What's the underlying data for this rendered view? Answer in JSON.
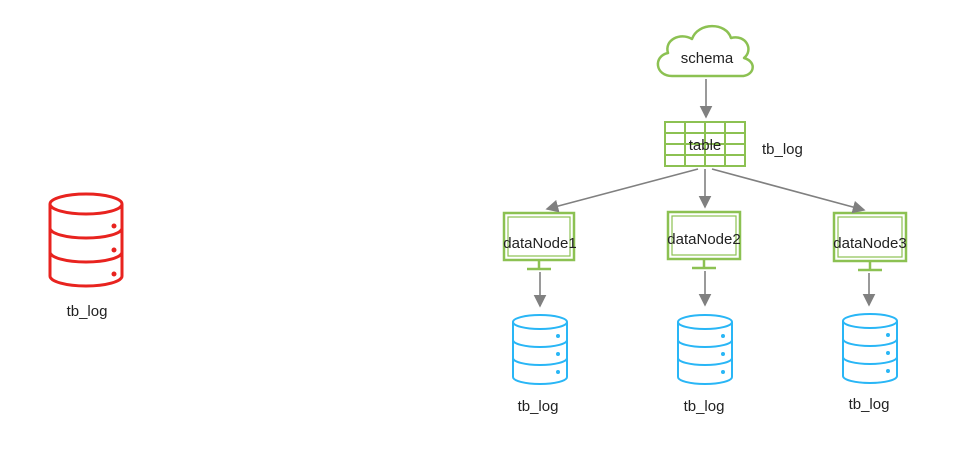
{
  "colors": {
    "standalone_db": "#e8231f",
    "infra": "#8cc152",
    "shard_db": "#29b6f6",
    "arrow": "#808080"
  },
  "standalone": {
    "label": "tb_log"
  },
  "schema": {
    "label": "schema"
  },
  "table": {
    "label": "table",
    "side_label": "tb_log"
  },
  "data_nodes": [
    {
      "label": "dataNode1",
      "db_label": "tb_log"
    },
    {
      "label": "dataNode2",
      "db_label": "tb_log"
    },
    {
      "label": "dataNode3",
      "db_label": "tb_log"
    }
  ]
}
